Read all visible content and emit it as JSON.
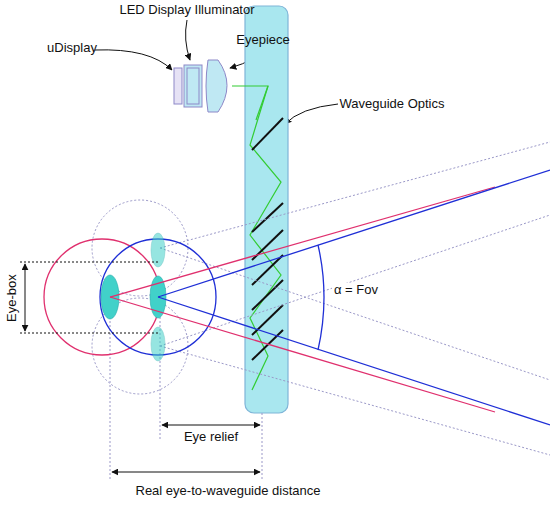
{
  "diagram": {
    "labels": [
      "LED Display Illuminator",
      "uDisplay",
      "Eyepiece",
      "Waveguide Optics",
      "Eye-box",
      "α = Fov",
      "Eye relief",
      "Real eye-to-waveguide distance"
    ]
  }
}
